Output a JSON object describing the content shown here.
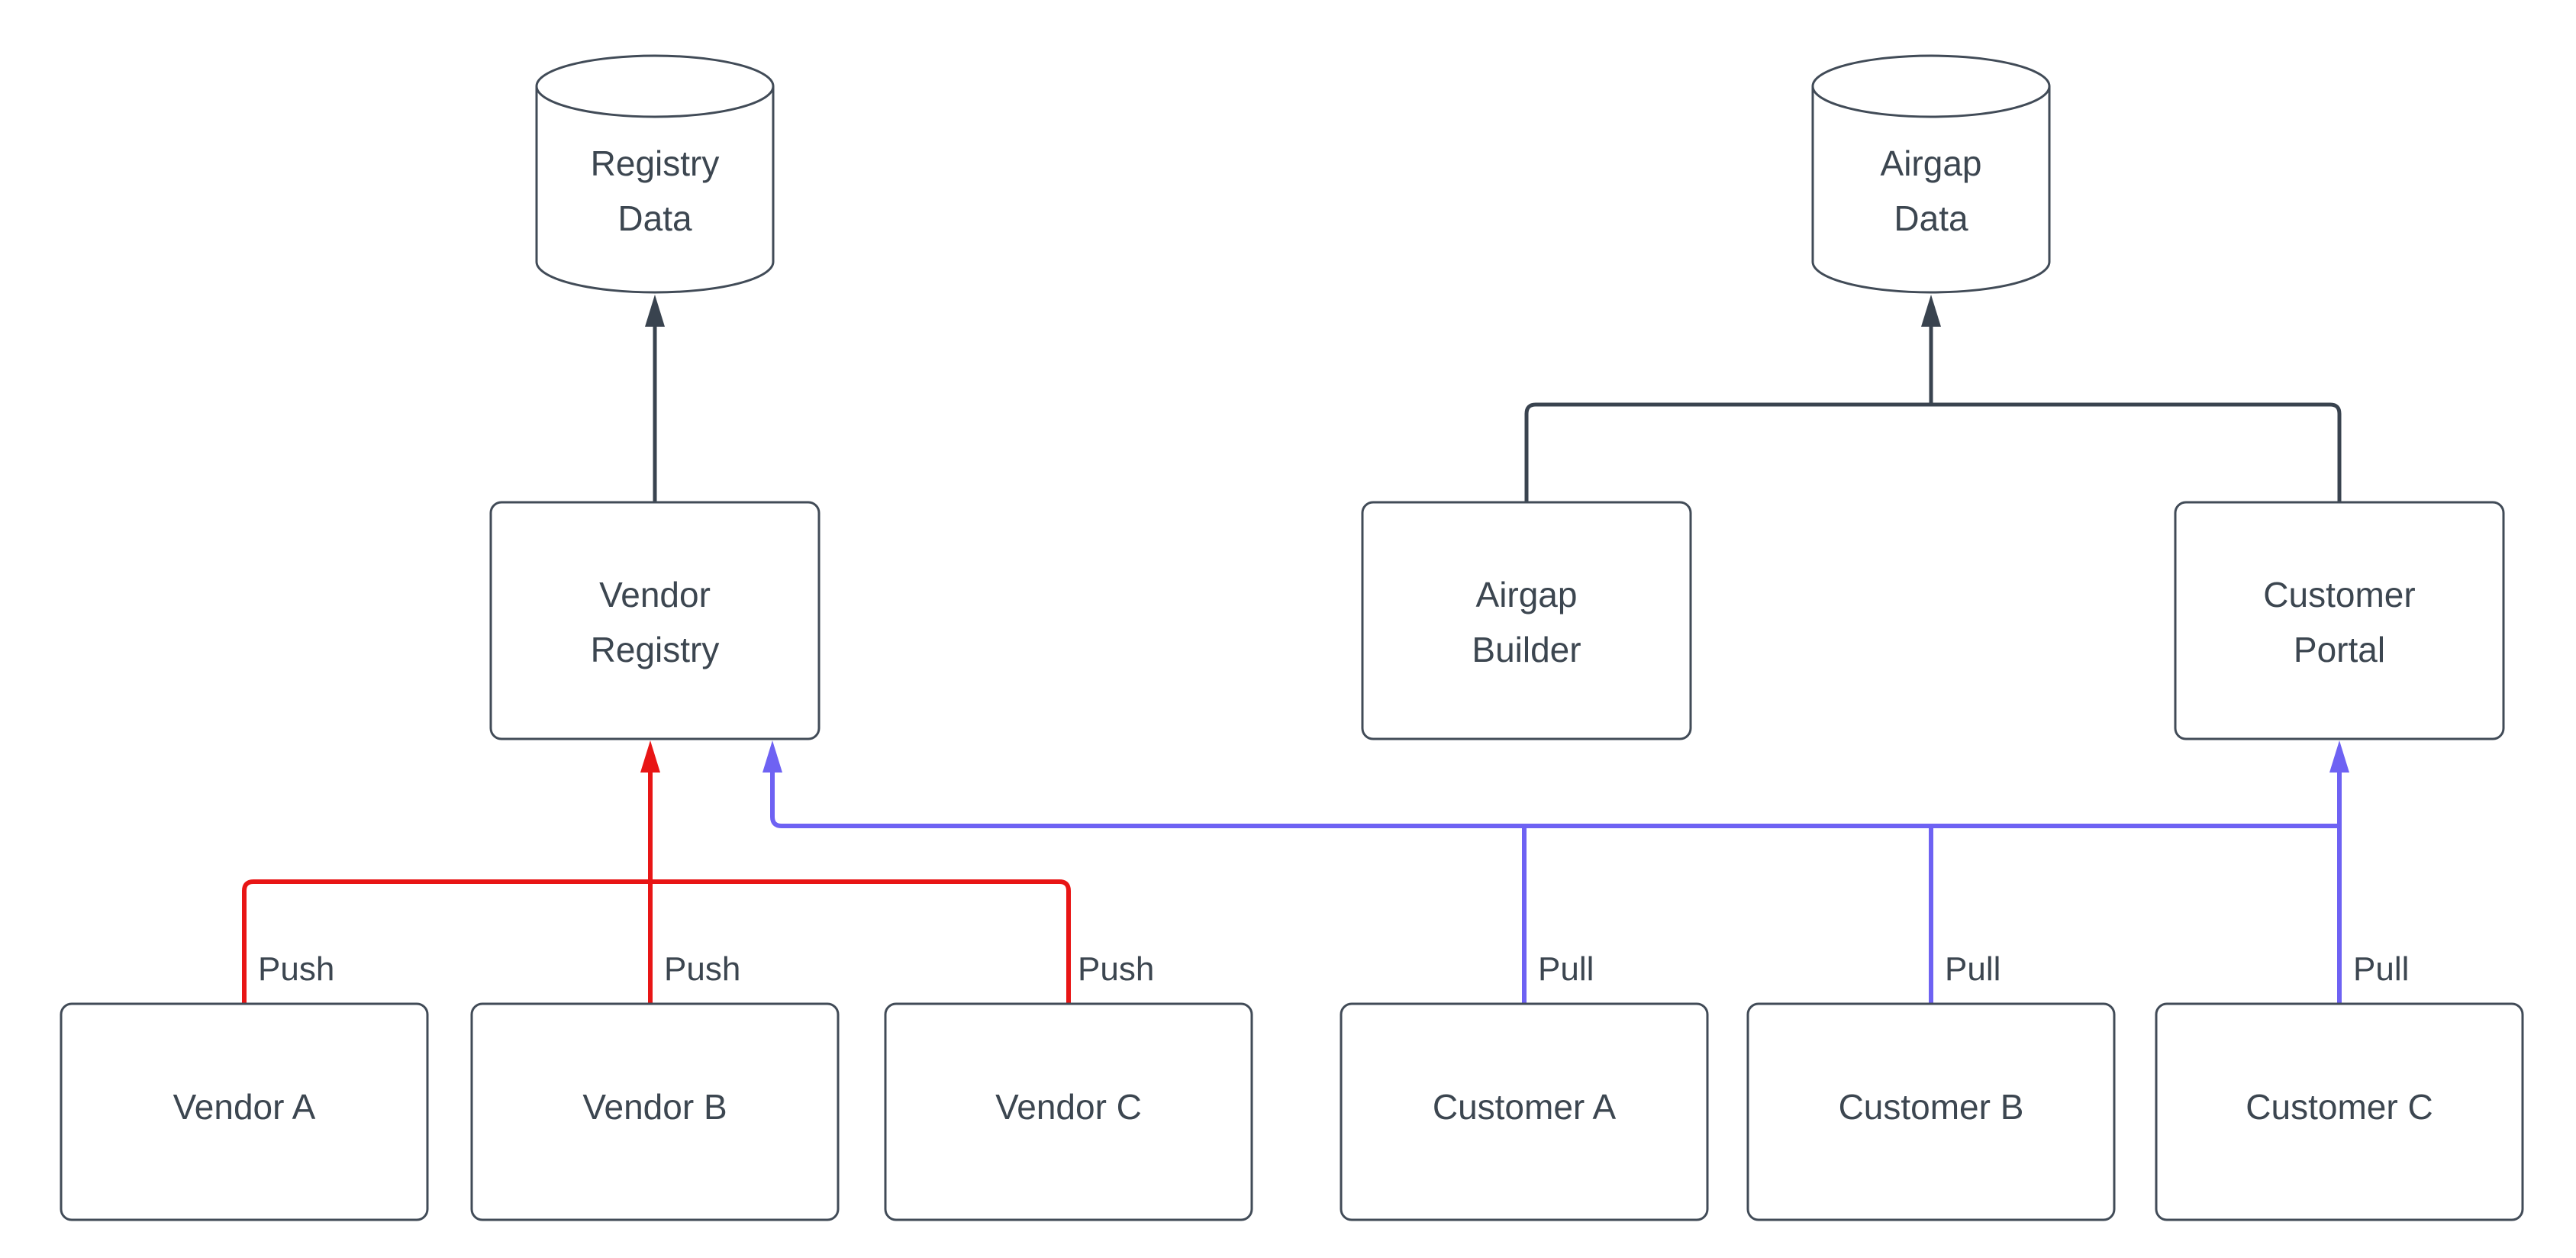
{
  "diagram": {
    "nodes": {
      "registry_data": {
        "line1": "Registry",
        "line2": "Data"
      },
      "airgap_data": {
        "line1": "Airgap",
        "line2": "Data"
      },
      "vendor_registry": {
        "line1": "Vendor",
        "line2": "Registry"
      },
      "airgap_builder": {
        "line1": "Airgap",
        "line2": "Builder"
      },
      "customer_portal": {
        "line1": "Customer",
        "line2": "Portal"
      },
      "vendor_a": {
        "label": "Vendor A"
      },
      "vendor_b": {
        "label": "Vendor B"
      },
      "vendor_c": {
        "label": "Vendor C"
      },
      "customer_a": {
        "label": "Customer A"
      },
      "customer_b": {
        "label": "Customer B"
      },
      "customer_c": {
        "label": "Customer C"
      }
    },
    "edges": {
      "push_labels": [
        "Push",
        "Push",
        "Push"
      ],
      "pull_labels": [
        "Pull",
        "Pull",
        "Pull"
      ]
    },
    "colors": {
      "push_red": "#e81515",
      "pull_blue": "#6e62f3",
      "line_dark": "#39434f"
    }
  }
}
